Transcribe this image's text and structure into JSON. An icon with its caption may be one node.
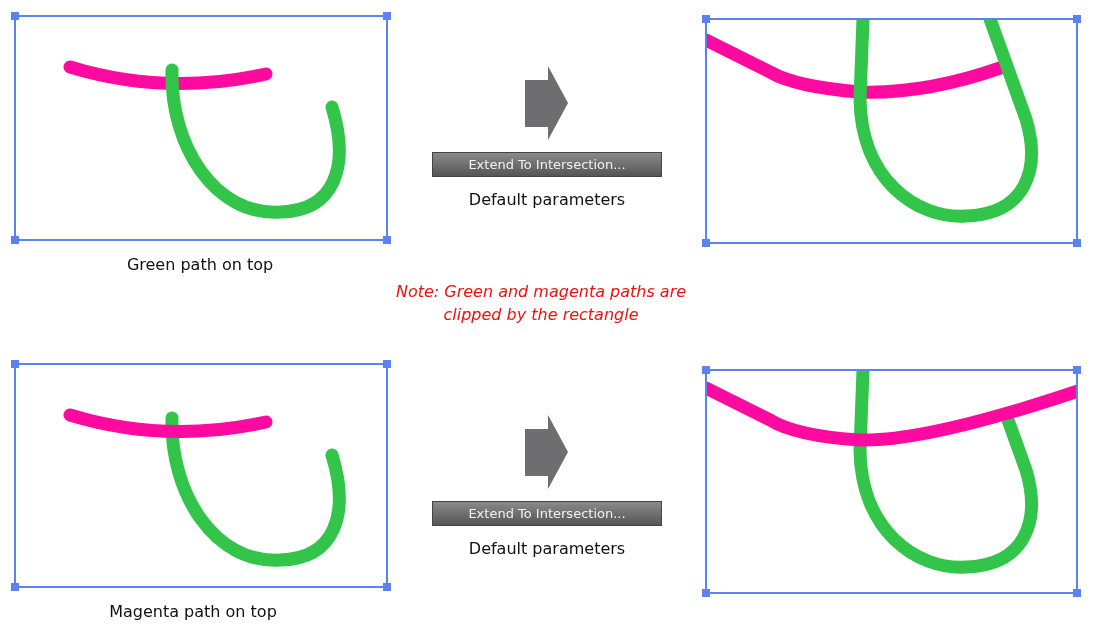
{
  "diagram": {
    "nodes": [
      {
        "text": [],
        "shape": "picture",
        "beside": [
          "Green path on top"
        ]
      },
      {
        "text": [
          "Extend To Intersection..."
        ],
        "beside": [
          "Default parameters"
        ]
      },
      {
        "text": [],
        "shape": "picture"
      },
      {
        "text": [],
        "shape": "picture",
        "beside": [
          "Magenta path on top"
        ]
      },
      {
        "text": [
          "Extend To Intersection..."
        ],
        "beside": [
          "Default parameters"
        ]
      },
      {
        "text": [],
        "shape": "picture"
      }
    ],
    "labels": [
      "Note: Green and magenta paths are clipped by the rectangle"
    ]
  }
}
